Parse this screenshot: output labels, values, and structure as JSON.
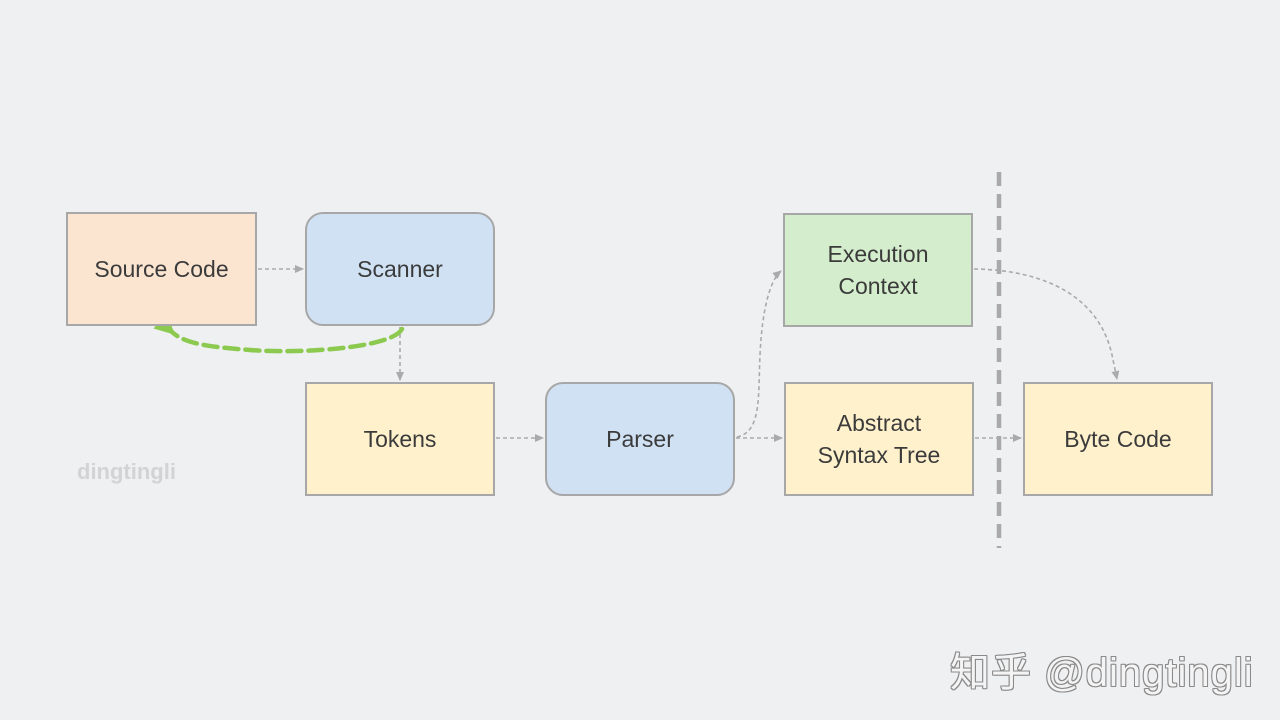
{
  "nodes": {
    "source_code": "Source Code",
    "scanner": "Scanner",
    "tokens": "Tokens",
    "parser": "Parser",
    "execution_context": "Execution\nContext",
    "ast": "Abstract\nSyntax Tree",
    "byte_code": "Byte Code"
  },
  "watermarks": {
    "left": "dingtingli",
    "right": "知乎 @dingtingli"
  },
  "colors": {
    "background": "#eff0f2",
    "source_fill": "#fbe4d0",
    "process_fill": "#cfe1f3",
    "artifact_fill": "#fff1cc",
    "context_fill": "#d4edcc",
    "border": "#a7a7a7",
    "dashed_arrow": "#aaaaaa",
    "feedback_arrow": "#8cc94f",
    "divider": "#a9a9a9"
  }
}
